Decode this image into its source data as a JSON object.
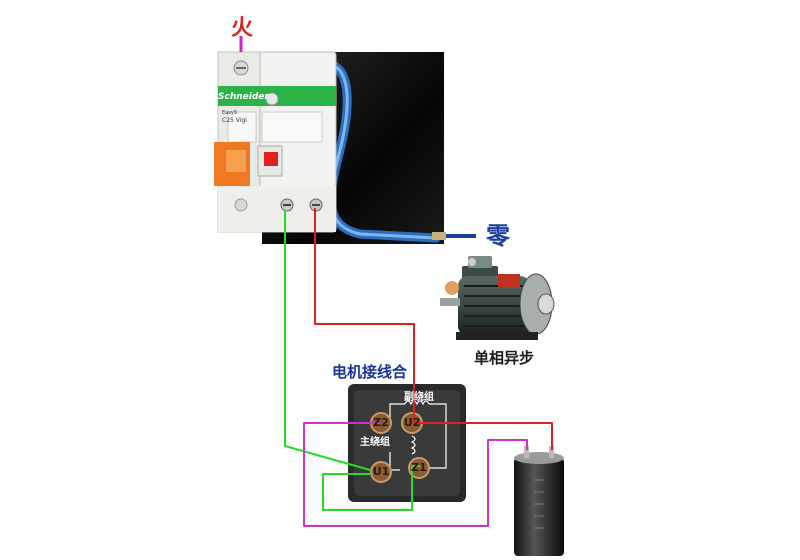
{
  "labels": {
    "live": "火",
    "neutral": "零",
    "motor": "单相异步",
    "box_title": "电机接线合",
    "aux_winding": "副绕组",
    "main_winding": "主绕组"
  },
  "breaker": {
    "brand": "Schneider",
    "series": "Easy9",
    "rating": "C25 Vigi"
  },
  "terminals": {
    "z2": "Z2",
    "u2": "U2",
    "u1": "U1",
    "z1": "Z1"
  },
  "colors": {
    "live_marker": "#d020c8",
    "neutral_marker": "#1b3f9c",
    "green_wire": "#22dd22",
    "red_wire": "#dd2222",
    "magenta_wire": "#cc33cc",
    "breaker_green": "#2bb34a",
    "breaker_orange": "#f07820"
  }
}
